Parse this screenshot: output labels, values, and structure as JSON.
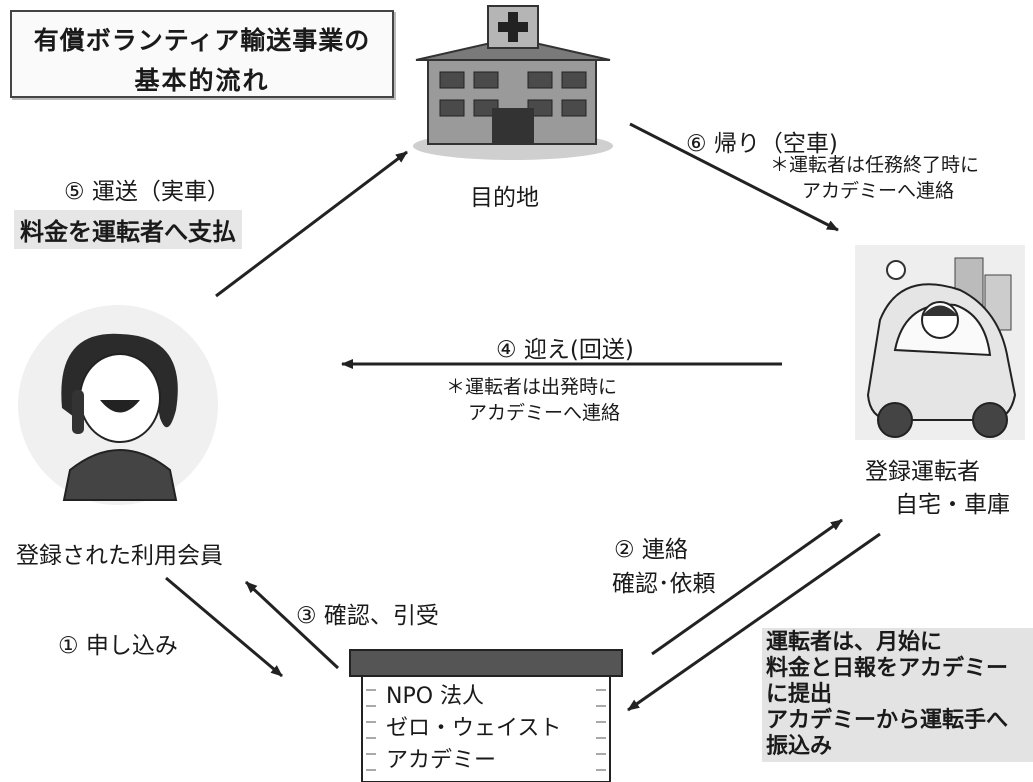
{
  "title": {
    "line1": "有償ボランティア輸送事業の",
    "line2": "基本的流れ"
  },
  "nodes": {
    "destination": "目的地",
    "member": "登録された利用会員",
    "driver_line1": "登録運転者",
    "driver_line2": "自宅・車庫",
    "npo_line1": "NPO 法人",
    "npo_line2": "ゼロ・ウェイスト",
    "npo_line3": "アカデミー"
  },
  "steps": {
    "s1": "① 申し込み",
    "s2_line1": "② 連絡",
    "s2_line2": "確認･依頼",
    "s3": "③ 確認、引受",
    "s4": "④ 迎え(回送)",
    "s4_note1": "＊運転者は出発時に",
    "s4_note2": "アカデミーへ連絡",
    "s5": "⑤ 運送（実車）",
    "s5_note": "料金を運転者へ支払",
    "s6": "⑥ 帰り（空車)",
    "s6_note1": "＊運転者は任務終了時に",
    "s6_note2": "アカデミーへ連絡"
  },
  "driver_report": {
    "line1": "運転者は、月始に",
    "line2": "料金と日報をアカデミー",
    "line3": "に提出",
    "line4": "アカデミーから運転手へ",
    "line5": "振込み"
  }
}
